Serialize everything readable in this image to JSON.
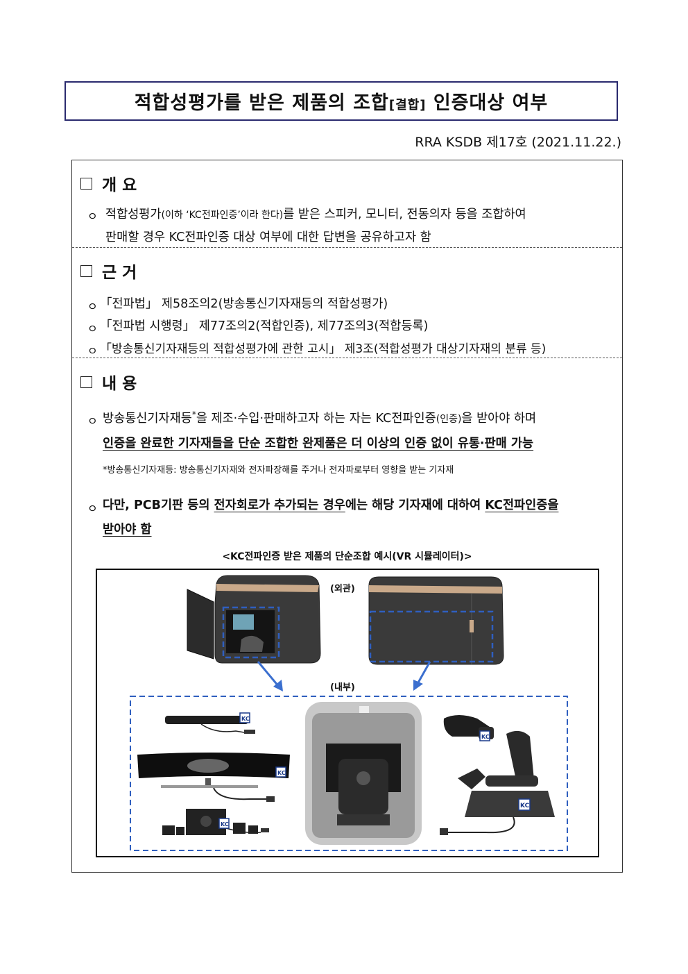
{
  "title": {
    "main": "적합성평가를 받은 제품의 조합",
    "bracket": "[결합]",
    "tail": "인증대상 여부"
  },
  "doc_number": "RRA  KSDB  제17호  (2021.11.22.)",
  "sections": {
    "overview": {
      "heading": "개 요",
      "line1_a": "적합성평가",
      "line1_small": "(이하 ‘KC전파인증’이라 한다)",
      "line1_b": "를 받은 스피커, 모니터, 전동의자 등을 조합하여",
      "line2": "판매할 경우 KC전파인증 대상 여부에 대한 답변을 공유하고자 함"
    },
    "basis": {
      "heading": "근 거",
      "items": [
        "「전파법」 제58조의2(방송통신기자재등의 적합성평가)",
        "「전파법 시행령」 제77조의2(적합인증), 제77조의3(적합등록)",
        "「방송통신기자재등의 적합성평가에 관한 고시」 제3조(적합성평가 대상기자재의 분류 등)"
      ]
    },
    "content": {
      "heading": "내 용",
      "p1_line1_a": "방송통신기자재등",
      "p1_line1_star": "*",
      "p1_line1_b": "을 제조·수입·판매하고자 하는 자는 KC전파인증",
      "p1_line1_small": "(인증)",
      "p1_line1_c": "을 받아야 하며",
      "p1_line2": "인증을 완료한 기자재들을 단순 조합한 완제품은 더 이상의 인증 없이 유통·판매 가능",
      "note": "*방송통신기자재등: 방송통신기자재와 전자파장해를 주거나 전자파로부터 영향을 받는 기자재",
      "p2_a": "다만, PCB기판 등의 ",
      "p2_u1": "전자회로가 추가되는 경우",
      "p2_b": "에는 해당 기자재에 대하여 ",
      "p2_u2": "KC전파인증을",
      "p2_line2": "받아야 함",
      "caption": "<KC전파인증 받은 제품의 단순조합 예시(VR 시뮬레이터)>",
      "fig_exterior": "(외관)",
      "fig_interior": "(내부)",
      "kc_mark": "KC"
    }
  },
  "bullet_symbol": "ㅇ",
  "checkbox_symbol": "□"
}
